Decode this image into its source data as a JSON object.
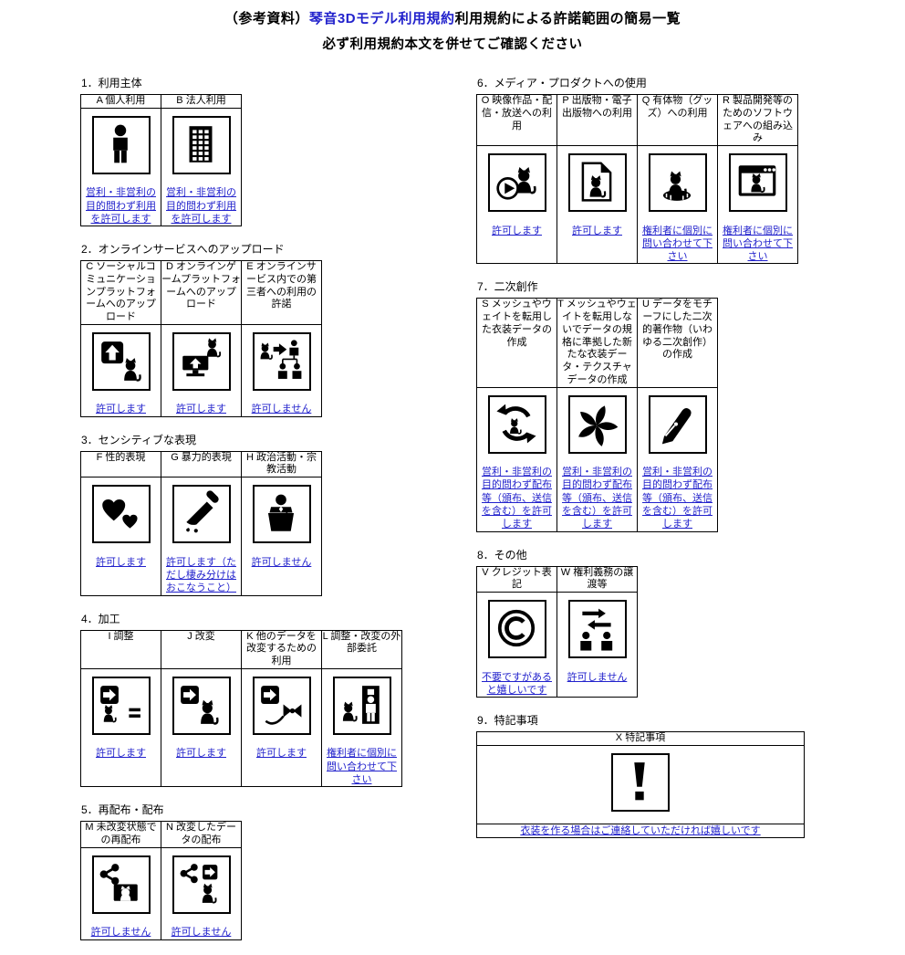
{
  "colors": {
    "accent_blue": "#2222cc",
    "border_black": "#000000"
  },
  "header": {
    "title_prefix": "（参考資料）",
    "title_link": "琴音3Dモデル利用規約",
    "title_suffix": "利用規約による許諾範囲の簡易一覧",
    "subtitle": "必ず利用規約本文を併せてご確認ください"
  },
  "columns": {
    "left": [
      {
        "id": "1",
        "title": "1．利用主体",
        "items": [
          {
            "label": "A 個人利用",
            "icon": "person-icon",
            "result": "営利・非営利の目的問わず利用を許可します"
          },
          {
            "label": "B 法人利用",
            "icon": "building-icon",
            "result": "営利・非営利の目的問わず利用を許可します"
          }
        ]
      },
      {
        "id": "2",
        "title": "2．オンラインサービスへのアップロード",
        "items": [
          {
            "label": "C ソーシャルコミュニケーションプラットフォームへのアップロード",
            "icon": "upload-cat-icon",
            "result": "許可します"
          },
          {
            "label": "D オンラインゲームプラットフォームへのアップロード",
            "icon": "monitor-upload-cat-icon",
            "result": "許可します"
          },
          {
            "label": "E オンラインサービス内での第三者への利用の許諾",
            "icon": "cat-to-users-icon",
            "result": "許可しません"
          }
        ]
      },
      {
        "id": "3",
        "title": "3．センシティブな表現",
        "items": [
          {
            "label": "F 性的表現",
            "icon": "hearts-icon",
            "result": "許可します"
          },
          {
            "label": "G 暴力的表現",
            "icon": "knife-icon",
            "result": "許可します（ただし棲み分けはおこなうこと）"
          },
          {
            "label": "H 政治活動・宗教活動",
            "icon": "speaker-podium-icon",
            "result": "許可しません"
          }
        ]
      },
      {
        "id": "4",
        "title": "4．加工",
        "items": [
          {
            "label": "I 調整",
            "icon": "arrow-cat-equals-icon",
            "result": "許可します"
          },
          {
            "label": "J 改変",
            "icon": "arrow-cat-icon",
            "result": "許可します"
          },
          {
            "label": "K 他のデータを改変するための利用",
            "icon": "arrow-ribbon-cat-icon",
            "result": "許可します"
          },
          {
            "label": "L 調整・改変の外部委託",
            "icon": "door-person-cat-icon",
            "result": "権利者に個別に問い合わせて下さい"
          }
        ]
      },
      {
        "id": "5",
        "title": "5．再配布・配布",
        "items": [
          {
            "label": "M 未改変状態での再配布",
            "icon": "share-folder-cat-icon",
            "result": "許可しません"
          },
          {
            "label": "N 改変したデータの配布",
            "icon": "share-arrow-cat-icon",
            "result": "許可しません"
          }
        ]
      }
    ],
    "right": [
      {
        "id": "6",
        "title": "6．メディア・プロダクトへの使用",
        "items": [
          {
            "label": "O 映像作品・配信・放送への利用",
            "icon": "play-button-cat-icon",
            "result": "許可します"
          },
          {
            "label": "P 出版物・電子出版物への利用",
            "icon": "document-cat-icon",
            "result": "許可します"
          },
          {
            "label": "Q 有体物（グッズ）への利用",
            "icon": "cat-figurine-icon",
            "result": "権利者に個別に問い合わせて下さい"
          },
          {
            "label": "R 製品開発等のためのソフトウェアへの組み込み",
            "icon": "app-window-cat-icon",
            "result": "権利者に個別に問い合わせて下さい"
          }
        ]
      },
      {
        "id": "7",
        "title": "7．二次創作",
        "items": [
          {
            "label": "S メッシュやウェイトを転用した衣装データの作成",
            "icon": "recycle-cat-icon",
            "result": "営利・非営利の目的問わず配布等（頒布、送信を含む）を許可します"
          },
          {
            "label": "T メッシュやウェイトを転用しないでデータの規格に準拠した新たな衣装データ・テクスチャデータの作成",
            "icon": "leaves-icon",
            "result": "営利・非営利の目的問わず配布等（頒布、送信を含む）を許可します"
          },
          {
            "label": "U データをモチーフにした二次的著作物（いわゆる二次創作）の作成",
            "icon": "pen-nib-icon",
            "result": "営利・非営利の目的問わず配布等（頒布、送信を含む）を許可します"
          }
        ]
      },
      {
        "id": "8",
        "title": "8．その他",
        "items": [
          {
            "label": "V クレジット表記",
            "icon": "copyright-icon",
            "result": "不要ですがあると嬉しいです"
          },
          {
            "label": "W 権利義務の譲渡等",
            "icon": "handover-people-icon",
            "result": "許可しません"
          }
        ]
      },
      {
        "id": "9",
        "title": "9．特記事項",
        "wide": true,
        "items": [
          {
            "label": "X 特記事項",
            "icon": "exclamation-icon",
            "result": "衣装を作る場合はご連絡していただければ嬉しいです"
          }
        ]
      }
    ]
  }
}
